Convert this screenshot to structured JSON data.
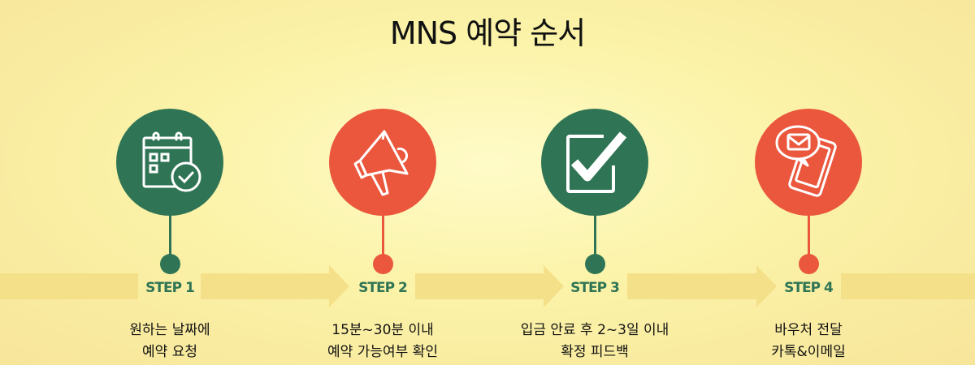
{
  "title": "MNS 예약 순서",
  "colors": {
    "green": "#2f7555",
    "red": "#ea573d",
    "band": "#f5e08a"
  },
  "steps": [
    {
      "label": "STEP 1",
      "icon": "calendar-check-icon",
      "line1": "원하는 날짜에",
      "line2": "예약 요청"
    },
    {
      "label": "STEP 2",
      "icon": "megaphone-icon",
      "line1": "15분~30분 이내",
      "line2": "예약 가능여부 확인"
    },
    {
      "label": "STEP 3",
      "icon": "checkbox-icon",
      "line1": "입금 안료 후 2~3일 이내",
      "line2": "확정 피드백"
    },
    {
      "label": "STEP 4",
      "icon": "phone-message-icon",
      "line1": "바우처 전달",
      "line2": "카톡&이메일"
    }
  ]
}
